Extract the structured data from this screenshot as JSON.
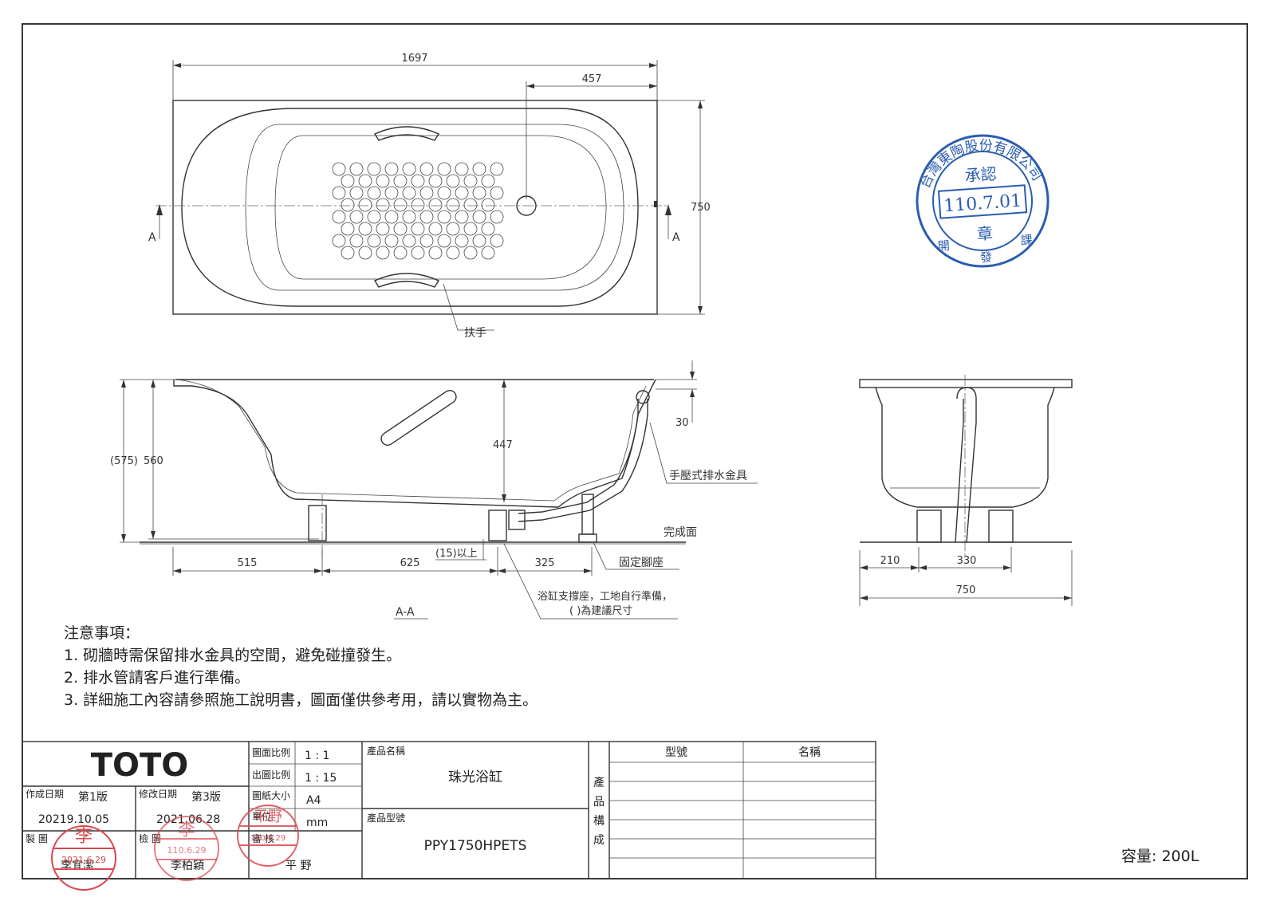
{
  "dims": {
    "total_length": "1697",
    "drain_offset": "457",
    "width": "750",
    "handle_label": "扶手",
    "rim_30": "30",
    "depth_447": "447",
    "depth_575": "(575)",
    "depth_560": "560",
    "leg_515": "515",
    "leg_625": "625",
    "leg_15": "(15)以上",
    "leg_325": "325",
    "drain_fitting": "手壓式排水金具",
    "finish_floor": "完成面",
    "fixed_foot": "固定腳座",
    "support_note_1": "浴缸支撐座，工地自行準備，",
    "support_note_2": "(   )為建議尺寸",
    "section_label": "A-A",
    "section_marker_left": "A",
    "section_marker_right": "A",
    "end_210": "210",
    "end_330": "330",
    "end_750": "750"
  },
  "notes": {
    "title": "注意事項：",
    "items": [
      "1. 砌牆時需保留排水金具的空間，避免碰撞發生。",
      "2. 排水管請客戶進行準備。",
      "3. 詳細施工內容請參照施工說明書，圖面僅供參考用，請以實物為主。"
    ]
  },
  "approval_stamp": {
    "company": "台灣東陶股份有限公司",
    "approve": "承認",
    "date": "110.7.01",
    "seal": "章",
    "dept_left": "開",
    "dept_mid": "發",
    "dept_right": "課"
  },
  "title_block": {
    "logo": "TOTO",
    "created_label": "作成日期",
    "created_version": "第1版",
    "created_date": "20219.10.05",
    "modified_label": "修改日期",
    "modified_version": "第3版",
    "modified_date": "2021.06.28",
    "drawn_label": "製  圖",
    "drawn_name": "李宜潔",
    "checked_label": "檢  圖",
    "checked_name": "李柏穎",
    "approved_label": "審  核",
    "approved_name": "平  野",
    "drawing_scale_label": "圖面比例",
    "drawing_scale": "1 : 1",
    "print_scale_label": "出圖比例",
    "print_scale": "1 : 15",
    "paper_size_label": "圖紙大小",
    "paper_size": "A4",
    "unit_label": "單位",
    "unit": "mm",
    "product_name_label": "產品名稱",
    "product_name": "珠光浴缸",
    "product_model_label": "產品型號",
    "product_model": "PPY1750HPETS",
    "composition_label": [
      "產",
      "品",
      "構",
      "成"
    ],
    "model_col": "型號",
    "name_col": "名稱",
    "capacity": "容量: 200L"
  },
  "signature_stamps": {
    "drawn_stamp_name": "李",
    "drawn_stamp_date": "2021.6.29",
    "checked_stamp_name": "李",
    "checked_stamp_date": "110.6.29",
    "approved_stamp_name": "平野",
    "approved_stamp_date": "110.6.29"
  }
}
